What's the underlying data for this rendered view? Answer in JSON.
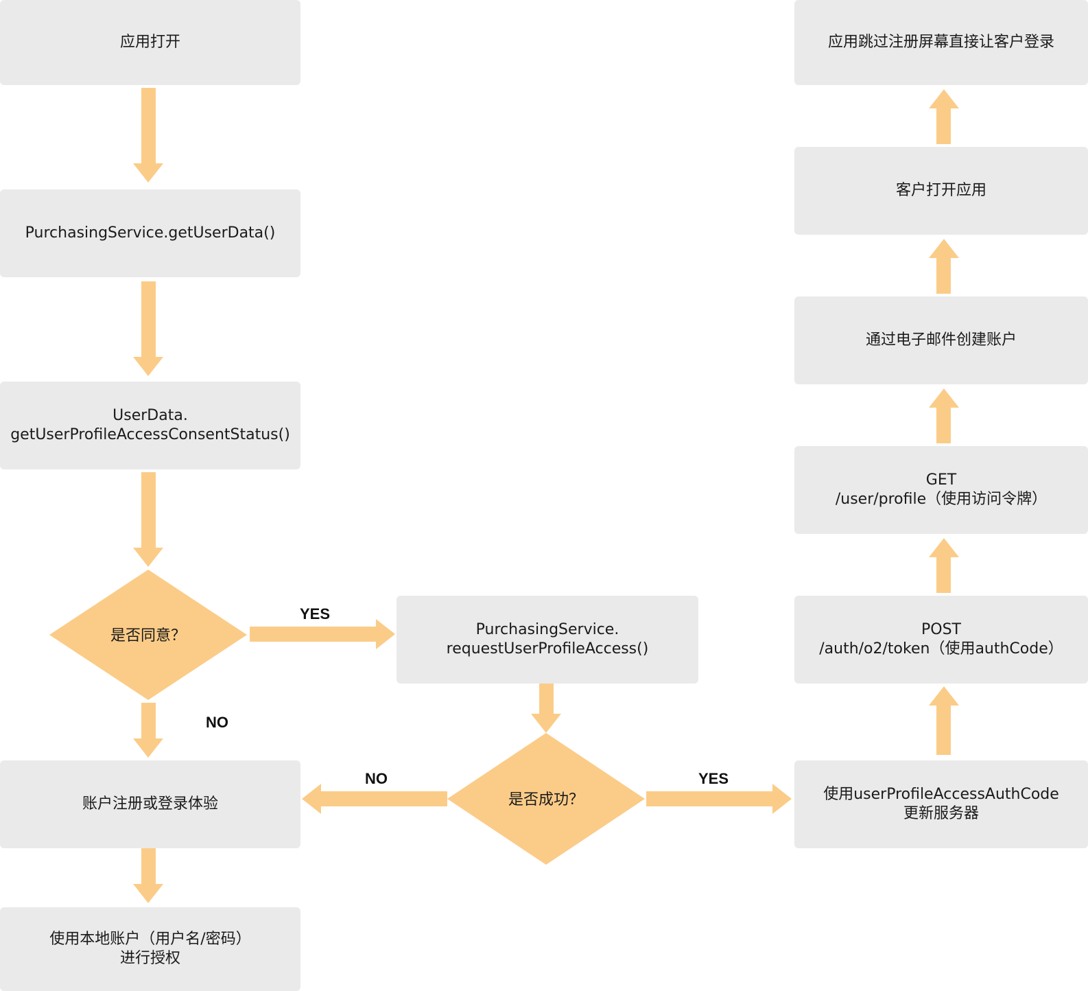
{
  "colors": {
    "box_fill": "#eaeaea",
    "accent": "#fbcc88",
    "text": "#1a1a1a"
  },
  "nodes": {
    "app_open": "应用打开",
    "get_user_data": "PurchasingService.getUserData()",
    "consent_status": "UserData.\ngetUserProfileAccessConsentStatus()",
    "agree_decision": "是否同意？",
    "request_access": "PurchasingService.\nrequestUserProfileAccess()",
    "success_decision": "是否成功？",
    "account_register": "账户注册或登录体验",
    "local_account": "使用本地账户（用户名/密码）\n进行授权",
    "update_server": "使用userProfileAccessAuthCode\n更新服务器",
    "post_token": "POST\n/auth/o2/token（使用authCode）",
    "get_profile": "GET\n/user/profile（使用访问令牌）",
    "create_account": "通过电子邮件创建账户",
    "customer_open": "客户打开应用",
    "skip_register": "应用跳过注册屏幕直接让客户登录"
  },
  "edge_labels": {
    "agree_yes": "YES",
    "agree_no": "NO",
    "success_no": "NO",
    "success_yes": "YES"
  }
}
